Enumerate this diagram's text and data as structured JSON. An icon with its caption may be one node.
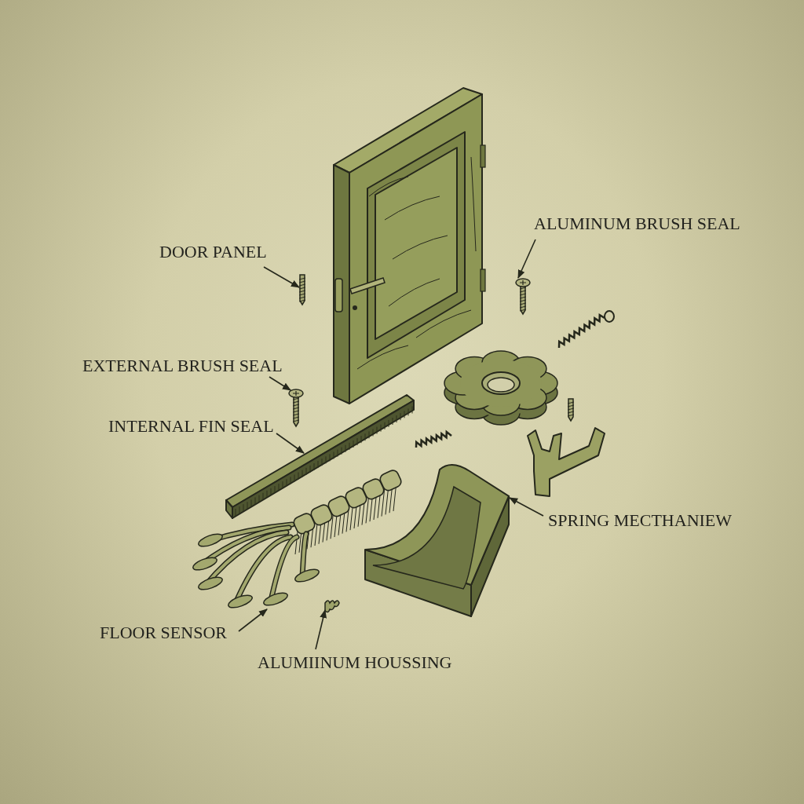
{
  "diagram": {
    "nodes": [
      {
        "text": [
          "DOOR PANEL"
        ]
      },
      {
        "text": [
          "ALUMINUM BRUSH SEAL"
        ]
      },
      {
        "text": [
          "EXTERNAL BRUSH SEAL"
        ]
      },
      {
        "text": [
          "INTERNAL FIN SEAL"
        ]
      },
      {
        "text": [
          "SPRING MECTHANIEW"
        ]
      },
      {
        "text": [
          "FLOOR SENSOR"
        ]
      },
      {
        "text": [
          "ALUMIINUM HOUSSING"
        ]
      },
      {
        "text": [],
        "shape": "screw"
      },
      {
        "text": [],
        "shape": "screw"
      },
      {
        "text": [],
        "shape": "screw"
      },
      {
        "text": [],
        "shape": "bar"
      },
      {
        "text": [],
        "shape": "block"
      },
      {
        "text": [],
        "shape": "brush"
      },
      {
        "text": [],
        "shape": "spring"
      }
    ],
    "edges": [
      {
        "from": 0,
        "to": 7,
        "arrow": "to"
      },
      {
        "from": 1,
        "to": 8,
        "arrow": "to"
      },
      {
        "from": 2,
        "to": 9,
        "arrow": "to"
      },
      {
        "from": 3,
        "to": 10,
        "arrow": "to"
      },
      {
        "from": 4,
        "to": 11,
        "arrow": "to"
      },
      {
        "from": 5,
        "to": 12,
        "arrow": "to"
      },
      {
        "from": 6,
        "to": 13,
        "arrow": "to"
      }
    ]
  }
}
